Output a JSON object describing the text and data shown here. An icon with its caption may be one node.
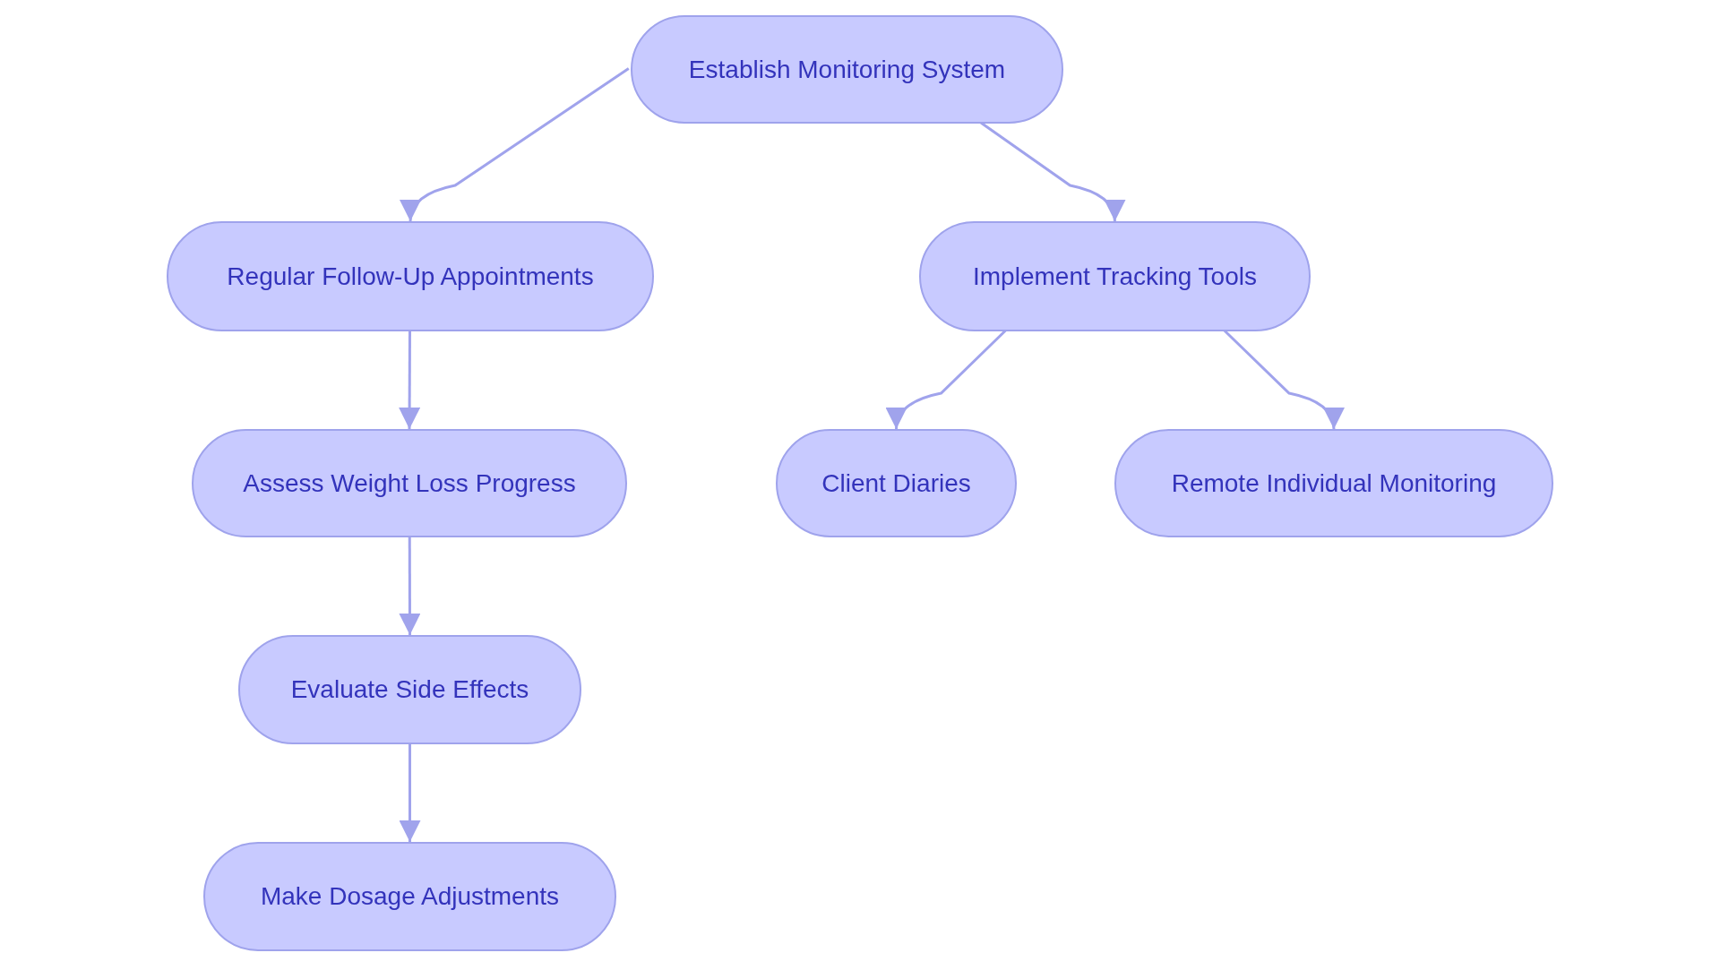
{
  "diagram": {
    "nodes": [
      {
        "text": [
          "Establish Monitoring System"
        ]
      },
      {
        "text": [
          "Regular Follow-Up Appointments"
        ]
      },
      {
        "text": [
          "Implement Tracking Tools"
        ]
      },
      {
        "text": [
          "Assess Weight Loss Progress"
        ]
      },
      {
        "text": [
          "Client Diaries"
        ]
      },
      {
        "text": [
          "Remote Individual Monitoring"
        ]
      },
      {
        "text": [
          "Evaluate Side Effects"
        ]
      },
      {
        "text": [
          "Make Dosage Adjustments"
        ]
      }
    ],
    "edges": [
      {
        "from": 0,
        "to": 1,
        "arrow": "to"
      },
      {
        "from": 0,
        "to": 2,
        "arrow": "to"
      },
      {
        "from": 1,
        "to": 3,
        "arrow": "to"
      },
      {
        "from": 2,
        "to": 4,
        "arrow": "to"
      },
      {
        "from": 2,
        "to": 5,
        "arrow": "to"
      },
      {
        "from": 3,
        "to": 6,
        "arrow": "to"
      },
      {
        "from": 6,
        "to": 7,
        "arrow": "to"
      }
    ]
  }
}
